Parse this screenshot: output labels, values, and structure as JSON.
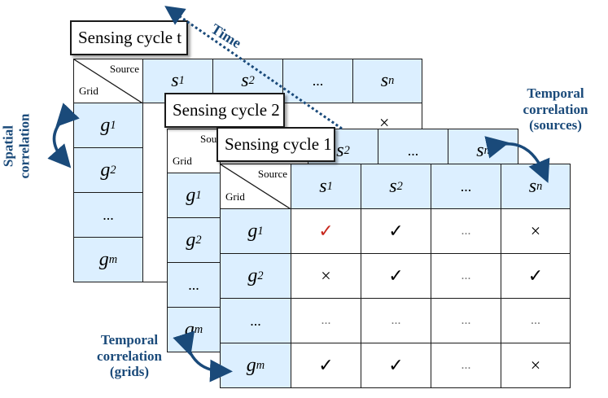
{
  "labels": {
    "cycle_t": "Sensing cycle t",
    "cycle_2": "Sensing cycle 2",
    "cycle_1": "Sensing cycle 1",
    "time": "Time",
    "spatial": "Spatial correlation",
    "temporal_sources": "Temporal correlation (sources)",
    "temporal_grids": "Temporal correlation (grids)"
  },
  "corner": {
    "source": "Source",
    "grid": "Grid"
  },
  "columns": [
    "s1",
    "s2",
    "...",
    "sn"
  ],
  "rows": [
    "g1",
    "g2",
    "...",
    "gm"
  ],
  "back_table": {
    "visible_marks": [
      "×"
    ]
  },
  "front_table": {
    "cells": [
      [
        "✓",
        "✓",
        "...",
        "×"
      ],
      [
        "×",
        "✓",
        "...",
        "✓"
      ],
      [
        "...",
        "...",
        "...",
        "..."
      ],
      [
        "✓",
        "✓",
        "...",
        "×"
      ]
    ],
    "highlight_color": "#c8281e"
  },
  "colors": {
    "header_bg": "#dcefff",
    "label_blue": "#1a4a7a"
  }
}
